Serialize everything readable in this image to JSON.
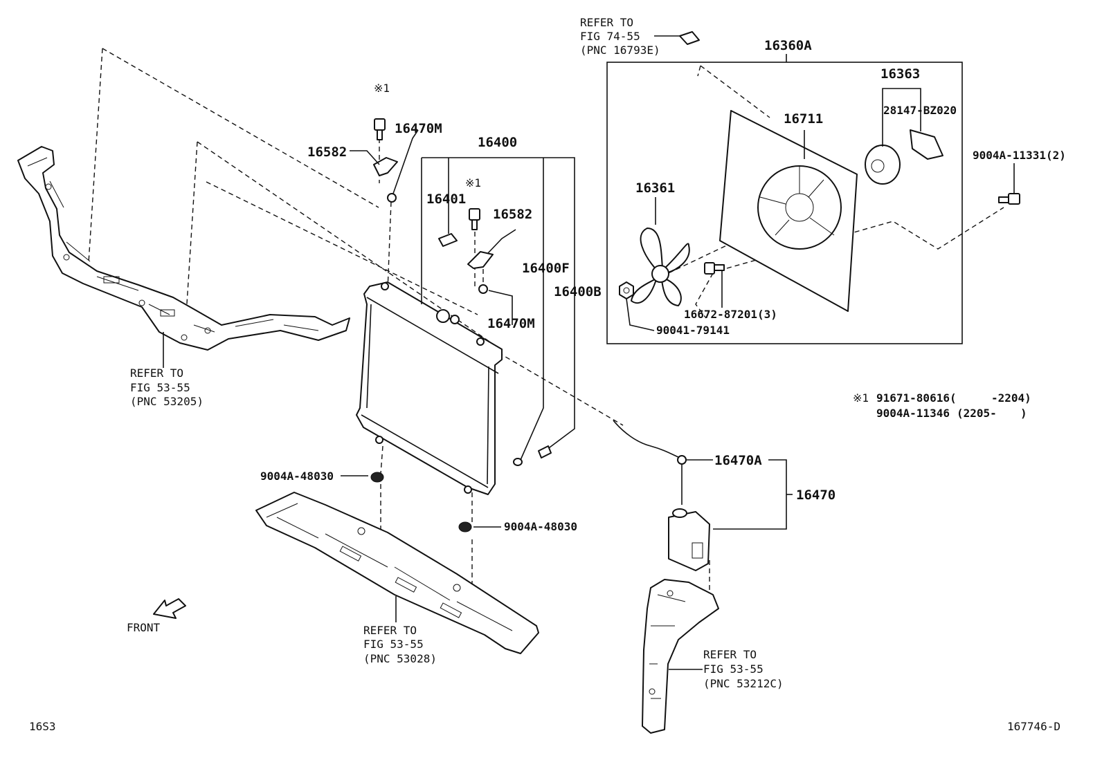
{
  "labels": {
    "refer_fig74": [
      "REFER TO",
      "FIG 74-55",
      "(PNC 16793E)"
    ],
    "p16360a": "16360A",
    "p16363": "16363",
    "p28147": "28147-BZ020",
    "p16711": "16711",
    "p9004a11331": "9004A-11331(2)",
    "p16361": "16361",
    "p16672": "16672-87201(3)",
    "p90041": "90041-79141",
    "note_mark_a": "※1",
    "note_mark_b": "※1",
    "p16470m_a": "16470M",
    "p16582_a": "16582",
    "p16400": "16400",
    "p16401": "16401",
    "p16582_b": "16582",
    "p16400f": "16400F",
    "p16400b": "16400B",
    "p16470m_b": "16470M",
    "refer_fig53_left": [
      "REFER TO",
      "FIG 53-55",
      "(PNC 53205)"
    ],
    "p9004a48030_a": "9004A-48030",
    "p9004a48030_b": "9004A-48030",
    "p16470a": "16470A",
    "p16470": "16470",
    "refer_fig53_mid": [
      "REFER TO",
      "FIG 53-55",
      "(PNC 53028)"
    ],
    "refer_fig53_right": [
      "REFER TO",
      "FIG 53-55",
      "(PNC 53212C)"
    ],
    "front": "FRONT",
    "note_line1": [
      "※1",
      "91671-80616(",
      "-2204)"
    ],
    "note_line2": [
      "9004A-11346",
      "(2205-",
      ")"
    ],
    "corner_left": "16S3",
    "corner_right": "167746-D"
  }
}
